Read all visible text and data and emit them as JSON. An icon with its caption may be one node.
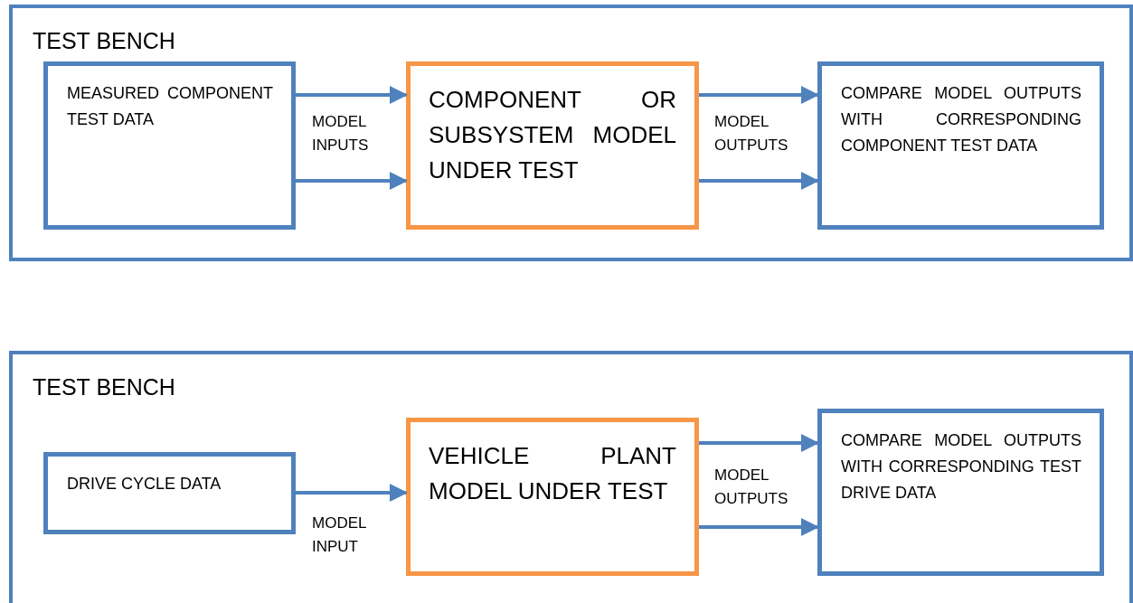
{
  "diagram": {
    "nodes": [
      {
        "text": [
          "TEST BENCH"
        ]
      },
      {
        "text": [
          "MEASURED COMPONENT TEST DATA"
        ],
        "in": 0
      },
      {
        "text": [
          "COMPONENT OR SUBSYSTEM MODEL UNDER TEST"
        ],
        "in": 0
      },
      {
        "text": [
          "COMPARE MODEL OUTPUTS WITH CORRESPONDING COMPONENT TEST DATA"
        ],
        "in": 0
      },
      {
        "text": [
          "TEST BENCH"
        ]
      },
      {
        "text": [
          "DRIVE CYCLE DATA"
        ],
        "in": 4
      },
      {
        "text": [
          "VEHICLE PLANT MODEL UNDER TEST"
        ],
        "in": 4
      },
      {
        "text": [
          "COMPARE MODEL OUTPUTS WITH CORRESPONDING TEST DRIVE DATA"
        ],
        "in": 4
      }
    ],
    "edges": [
      {
        "from": 1,
        "to": 2,
        "arrow": "to"
      },
      {
        "from": 1,
        "to": 2,
        "arrow": "to"
      },
      {
        "from": 2,
        "to": 3,
        "arrow": "to"
      },
      {
        "from": 2,
        "to": 3,
        "arrow": "to"
      },
      {
        "from": 5,
        "to": 6,
        "arrow": "to"
      },
      {
        "from": 6,
        "to": 7,
        "arrow": "to"
      },
      {
        "from": 6,
        "to": 7,
        "arrow": "to"
      }
    ],
    "labels": [
      "MODEL INPUTS",
      "MODEL OUTPUTS",
      "MODEL OUTPUTS",
      "MODEL INPUT"
    ]
  }
}
